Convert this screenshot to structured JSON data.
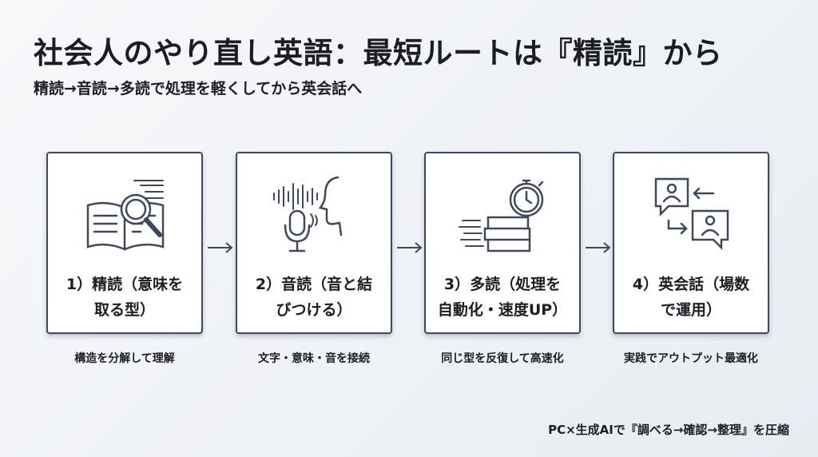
{
  "title": "社会人のやり直し英語：最短ルートは『精読』から",
  "subtitle": "精読→音読→多読で処理を軽くしてから英会話へ",
  "steps": [
    {
      "label_line1": "1）精読（意味を",
      "label_line2": "取る型）",
      "caption": "構造を分解して理解",
      "icon": "book-magnifier-icon"
    },
    {
      "label_line1": "2）音読（音と結",
      "label_line2": "びつける）",
      "caption": "文字・意味・音を接続",
      "icon": "microphone-voice-icon"
    },
    {
      "label_line1": "3）多読（処理を",
      "label_line2": "自動化・速度UP）",
      "caption": "同じ型を反復して高速化",
      "icon": "books-stopwatch-icon"
    },
    {
      "label_line1": "4）英会話（場数",
      "label_line2": "で運用）",
      "caption": "実践でアウトプット最適化",
      "icon": "conversation-icon"
    }
  ],
  "footer": "PC×生成AIで『調べる→確認→整理』を圧縮",
  "colors": {
    "stroke": "#3e4a5c",
    "text": "#1b1d22"
  }
}
